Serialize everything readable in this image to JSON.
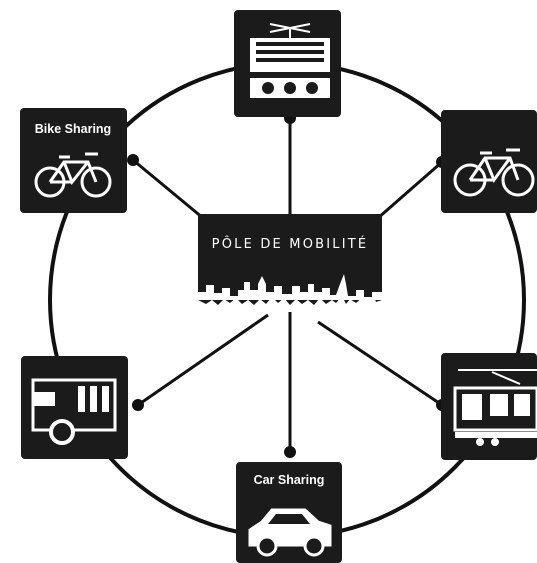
{
  "hub": {
    "title": "PÔLE DE MOBILITÉ",
    "icon": "city-skyline"
  },
  "tiles": [
    {
      "id": "train",
      "icon": "train-icon",
      "label": ""
    },
    {
      "id": "bike-right",
      "icon": "bicycle-icon",
      "label": ""
    },
    {
      "id": "tram",
      "icon": "tram-icon",
      "label": ""
    },
    {
      "id": "car",
      "icon": "car-icon",
      "label": "Car Sharing"
    },
    {
      "id": "bus",
      "icon": "bus-icon",
      "label": ""
    },
    {
      "id": "bike-left",
      "icon": "bicycle-icon",
      "label": "Bike Sharing"
    }
  ],
  "colors": {
    "tile": "#1b1b1b",
    "line": "#111111",
    "background": "#ffffff"
  }
}
